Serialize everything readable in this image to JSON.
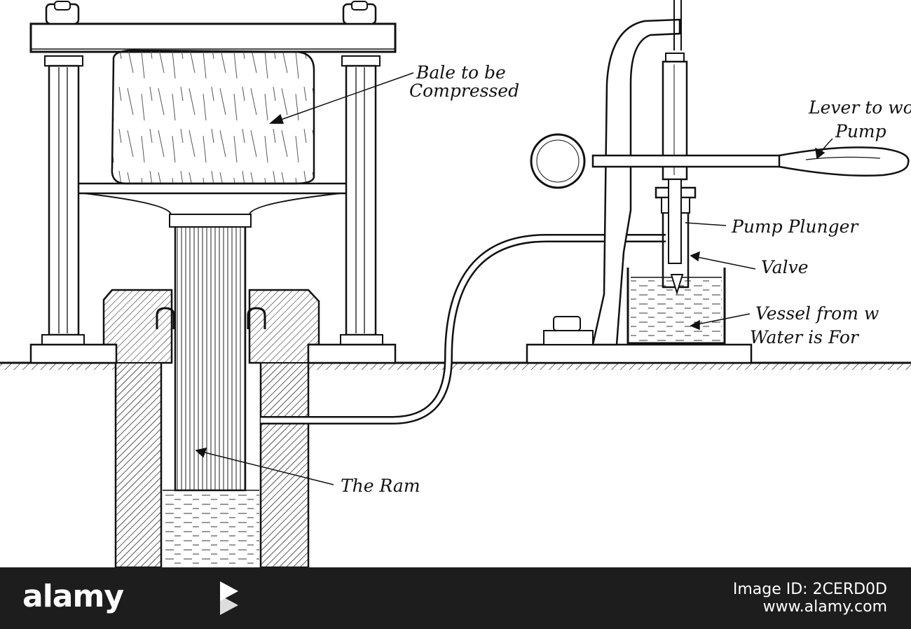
{
  "diagram": {
    "labels": {
      "bale": [
        "Bale to be",
        "Compressed"
      ],
      "lever": [
        "Lever to wo",
        "Pump"
      ],
      "plunger": "Pump Plunger",
      "valve": "Valve",
      "vessel": [
        "Vessel from w",
        "Water is For"
      ],
      "ram": "The Ram"
    }
  },
  "watermark": {
    "brand": "alamy",
    "image_id": "Image ID: 2CERD0D",
    "url": "www.alamy.com"
  },
  "colors": {
    "ink": "#111111",
    "footer_bg": "#1d1d1d",
    "footer_text": "#ffffff"
  }
}
